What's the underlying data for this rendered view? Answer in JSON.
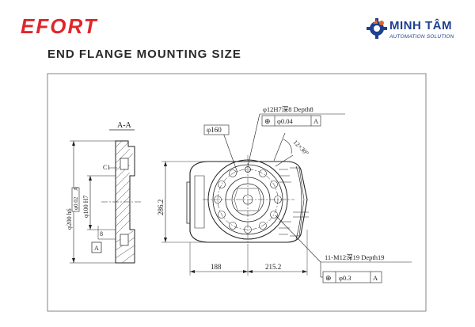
{
  "header": {
    "brand": "EFORT",
    "logo_name": "MINH TÂM",
    "logo_subtitle": "AUTOMATION SOLUTION",
    "logo_icon": "gear-icon"
  },
  "title": "END FLANGE MOUNTING SIZE",
  "drawing": {
    "section_label": "A-A",
    "chamfer_label": "C1",
    "datum_label": "A",
    "dim_outer_diameter": "φ200 h6",
    "dim_outer_tolerance": "φ0.02",
    "dim_outer_tolerance_datum": "A",
    "dim_pilot_diameter": "φ100 H7",
    "dim_depth": "8",
    "pin_hole_callout": "φ12H7深8 Depth8",
    "pin_hole_tolerance": "φ0.04",
    "pin_hole_datum": "A",
    "dim_circle": "φ160",
    "dim_angle": "12×30°",
    "dim_height": "286.2",
    "dim_left_width": "188",
    "dim_right_width": "215.2",
    "thread_callout": "11-M12深19 Depth19",
    "thread_tolerance": "φ0.3",
    "thread_datum": "A",
    "position_symbol": "⊕"
  }
}
